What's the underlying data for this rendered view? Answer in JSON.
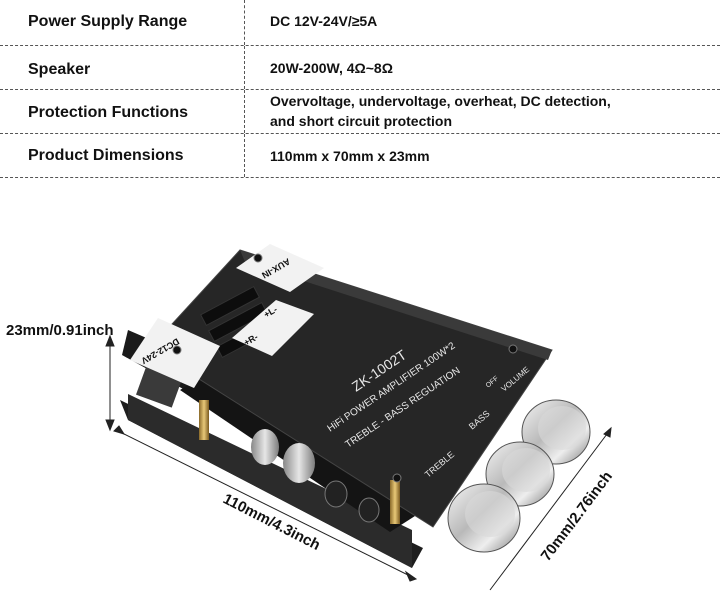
{
  "specs": [
    {
      "label": "Power Supply Range",
      "value": "DC 12V-24V/≥5A"
    },
    {
      "label": "Speaker",
      "value": "20W-200W, 4Ω~8Ω"
    },
    {
      "label": "Protection Functions",
      "value": "Overvoltage, undervoltage, overheat, DC detection,",
      "value2": "and short circuit protection"
    },
    {
      "label": "Product Dimensions",
      "value": "110mm x 70mm x 23mm"
    }
  ],
  "dimensions": {
    "height": "23mm/0.91inch",
    "length": "110mm/4.3inch",
    "width": "70mm/2.76inch"
  },
  "board_labels": {
    "model": "ZK-1002T",
    "subtitle": "HiFi POWER AMPLIFIER 100W*2",
    "treble_bass": "TREBLE - BASS REGUATION",
    "aux": "AUX-IN",
    "dc": "DC12-24V",
    "volume": "VOLUME",
    "off": "OFF",
    "bass": "BASS",
    "treble": "TREBLE",
    "r": "+R-",
    "l": "+L-"
  }
}
